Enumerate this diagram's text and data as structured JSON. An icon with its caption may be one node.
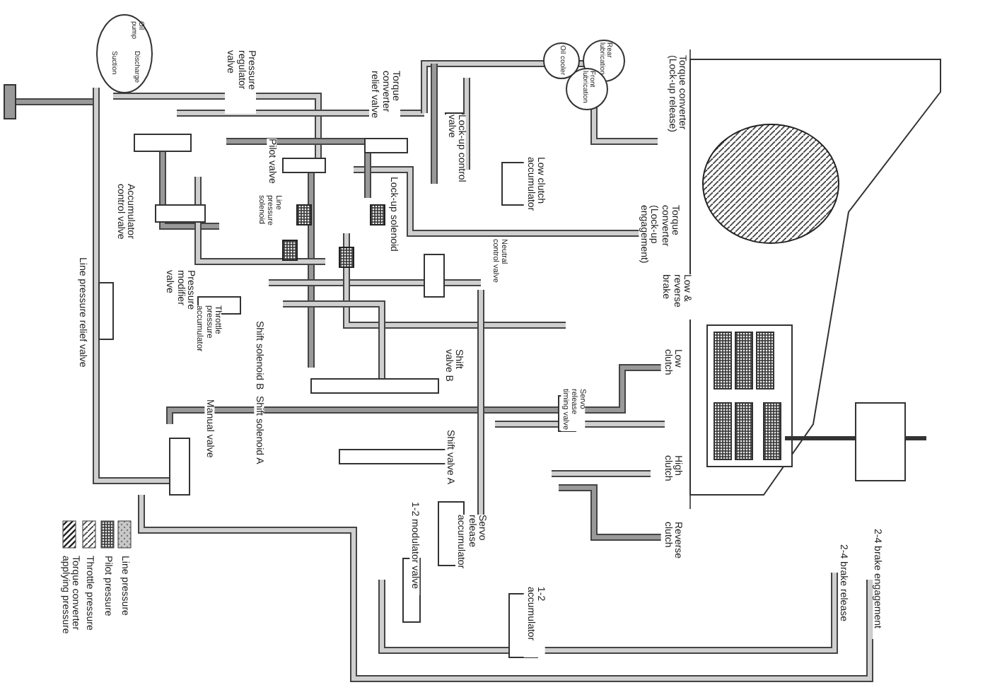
{
  "diagram": {
    "nodes": [
      {
        "text": [
          "Oil pump",
          "Discharge",
          "Suction"
        ]
      },
      {
        "text": [
          "Rear lubrication"
        ]
      },
      {
        "text": [
          "Front lubrication"
        ]
      },
      {
        "text": [
          "Oil cooler"
        ]
      }
    ],
    "labels": [
      "Pressure regulator valve",
      "Torque converter relief valve",
      "Pilot valve",
      "Lock-up control valve",
      "Line pressure solenoid",
      "Lock-up solenoid",
      "Low clutch accumulator",
      "Accumulator control valve",
      "Neutral control valve",
      "Pressure modifier valve",
      "Throttle pressure accumulator",
      "Line pressure relief valve",
      "Shift solenoid B",
      "Shift solenoid A",
      "Manual valve",
      "Shift valve B",
      "Shift valve A",
      "Servo release timing valve",
      "Servo release accumulator",
      "1-2 modulator valve",
      "1-2 accumulator",
      "Torque converter (Lock-up release)",
      "Torque converter (Lock-up engagement)",
      "Low & reverse brake",
      "Low clutch",
      "High clutch",
      "Reverse clutch",
      "2-4 brake release",
      "2-4 brake engagement"
    ],
    "legend": [
      {
        "text": "Line pressure"
      },
      {
        "text": "Pilot pressure"
      },
      {
        "text": "Throttle pressure"
      },
      {
        "text": "Torque converter applying pressure"
      }
    ]
  }
}
